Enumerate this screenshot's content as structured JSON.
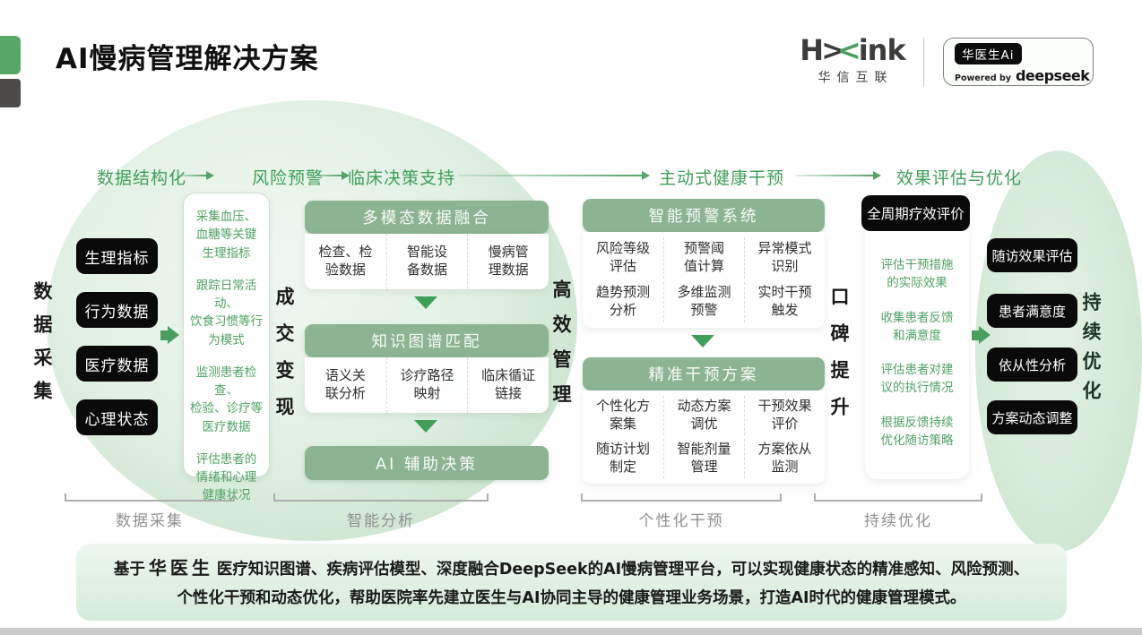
{
  "header": {
    "title": "AI慢病管理解决方案",
    "logo_h": "H",
    "logo_x1": ">",
    "logo_x2": "<",
    "logo_rest": "ink",
    "logo_sub": "华信互联",
    "badge_pill": "华医生Ai",
    "badge_powered": "Powered by",
    "badge_brand": "deepseek"
  },
  "flow": [
    "数据结构化",
    "风险预警",
    "临床决策支持",
    "主动式健康干预",
    "效果评估与优化"
  ],
  "side_labels": {
    "collect": "数据采集",
    "s1": "成交变现",
    "s2": "高效管理",
    "s3": "口碑提升",
    "s4": "持续优化"
  },
  "left": {
    "boxes": [
      "生理指标",
      "行为数据",
      "医疗数据",
      "心理状态"
    ],
    "notes": [
      "采集血压、\n血糖等关键\n生理指标",
      "跟踪日常活动、\n饮食习惯等行\n为模式",
      "监测患者检查、\n检验、诊疗等\n医疗数据",
      "评估患者的\n情绪和心理\n健康状况"
    ]
  },
  "analysis": {
    "fusion": {
      "title": "多模态数据融合",
      "items": [
        "检查、检\n验数据",
        "智能设\n备数据",
        "慢病管\n理数据"
      ]
    },
    "kg": {
      "title": "知识图谱匹配",
      "items": [
        "语义关\n联分析",
        "诊疗路径\n映射",
        "临床循证\n链接"
      ]
    },
    "ai": {
      "title": "AI 辅助决策"
    }
  },
  "warning": {
    "title": "智能预警系统",
    "items": [
      "风险等级\n评估",
      "预警阈\n值计算",
      "异常模式\n识别",
      "趋势预测\n分析",
      "多维监测\n预警",
      "实时干预\n触发"
    ]
  },
  "precise": {
    "title": "精准干预方案",
    "items": [
      "个性化方\n案集",
      "动态方案\n调优",
      "干预效果\n评价",
      "随访计划\n制定",
      "智能剂量\n管理",
      "方案依从\n监测"
    ]
  },
  "right": {
    "header_box": "全周期疗效评价",
    "notes": [
      "评估干预措施\n的实际效果",
      "收集患者反馈\n和满意度",
      "评估患者对建\n议的执行情况",
      "根据反馈持续\n优化随访策略"
    ],
    "boxes": [
      "随访效果评估",
      "患者满意度",
      "依从性分析",
      "方案动态调整"
    ]
  },
  "bottom_groups": [
    "数据采集",
    "智能分析",
    "个性化干预",
    "持续优化"
  ],
  "banner": {
    "prefix": "基于",
    "brand": "华医生",
    "line1_rest": "医疗知识图谱、疾病评估模型、深度融合DeepSeek的AI慢病管理平台，可以实现健康状态的精准感知、风险预测、",
    "line2": "个性化干预和动态优化，帮助医院率先建立医生与AI协同主导的健康管理业务场景，打造AI时代的健康管理模式。"
  },
  "colors": {
    "accent_green": "#4a9f5e",
    "sage_header": "#8cb493",
    "stage_text_green": "#3f9e58",
    "note_green": "#4fa263",
    "black_box": "#0a0a0a",
    "gray_label": "#8f8f8f"
  }
}
